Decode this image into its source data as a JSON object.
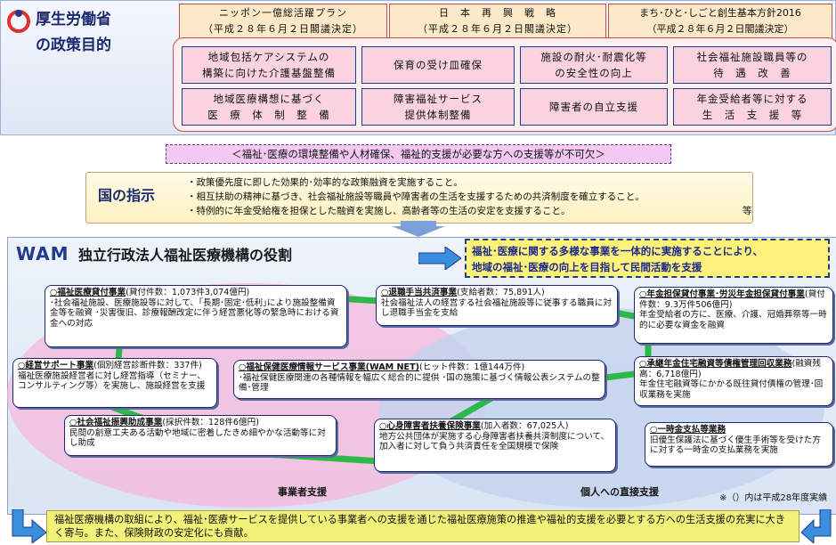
{
  "ministry": {
    "title": "厚生労働省",
    "subtitle": "の政策目的",
    "plans": [
      {
        "line1": "ニッポン一億総活躍プラン",
        "line2": "（平成２８年６月２日閣議決定）"
      },
      {
        "line1": "日　本　再　興　戦　略",
        "line2": "（平成２８年６月２日閣議決定）"
      },
      {
        "line1": "まち･ひと･しごと創生基本方針2016",
        "line2": "（平成２８年６月２日閣議決定）"
      }
    ],
    "purposes": [
      {
        "line1": "地域包括ケアシステムの",
        "line2": "構築に向けた介護基盤整備"
      },
      {
        "line1": "保育の受け皿確保",
        "line2": ""
      },
      {
        "line1": "施設の耐火･耐震化等",
        "line2": "の安全性の向上"
      },
      {
        "line1": "社会福祉施設職員等の",
        "line2": "待　遇　改　善"
      },
      {
        "line1": "地域医療構想に基づく",
        "line2": "医　療　体　制　整　備"
      },
      {
        "line1": "障害福祉サービス",
        "line2": "提供体制整備"
      },
      {
        "line1": "障害者の自立支援",
        "line2": ""
      },
      {
        "line1": "年金受給者等に対する",
        "line2": "生　活　支　援　等"
      }
    ]
  },
  "necessity": "＜福祉･医療の環境整備や人材確保、福祉的支援が必要な方への支援等が不可欠＞",
  "directive": {
    "label": "国の指示",
    "items": [
      "・政策優先度に即した効果的･効率的な政策融資を実施すること。",
      "・相互扶助の精神に基づき、社会福祉施設等職員や障害者の生活を支援するための共済制度を確立すること。",
      "・特例的に年金受給権を担保とした融資を実施し、高齢者等の生活の安定を支援すること。"
    ],
    "etc": "等"
  },
  "wam": {
    "logo": "WAM",
    "title": "独立行政法人福祉医療機構の役割",
    "role_line1": "福祉･医療に関する多様な事業を一体的に実施することにより、",
    "role_line2": "地域の福祉･医療の向上を目指して民間活動を支援"
  },
  "items": [
    {
      "title": "○福祉医療貸付事業",
      "sub": "(貸付件数：1,073件3,074億円)",
      "desc": "･社会福祉施設、医療施設等に対して、｢長期･固定･低利｣により施設整備資金等を融資 ･災害復旧、診療報酬改定に伴う経営悪化等の緊急時における資金への対応"
    },
    {
      "title": "○退職手当共済事業",
      "sub": "(支給者数：75,891人)",
      "desc": "社会福祉法人の経営する社会福祉施設等に従事する職員に対し退職手当金を支給"
    },
    {
      "title": "○年金担保貸付事業･労災年金担保貸付事業",
      "sub": "(貸付件数：9.3万件506億円)",
      "desc": "年金受給者の方に、医療、介護、冠婚葬祭等一時的に必要な資金を融資"
    },
    {
      "title": "○経営サポート事業",
      "sub": "(個別経営診断件数：337件)",
      "desc": "福祉医療施設経営者に対し経営指導（セミナー、コンサルティング等）を実施し、施設経営を支援"
    },
    {
      "title": "○福祉保健医療情報サービス事業(WAM NET)",
      "sub": "(ヒット件数：1億144万件)",
      "desc": "･福祉保健医療関連の各種情報を幅広く総合的に提供 ･国の施策に基づく情報公表システムの整備･管理"
    },
    {
      "title": "○承継年金住宅融資等債権管理回収業務",
      "sub": "(融資残高：6,718億円)",
      "desc": "年金住宅融資等にかかる既往貸付債権の管理･回収業務を実施"
    },
    {
      "title": "○社会福祉振興助成事業",
      "sub": "(採択件数：128件6億円)",
      "desc": "民間の創意工夫ある活動や地域に密着したきめ細やかな活動等に対し助成"
    },
    {
      "title": "○心身障害者扶養保険事業",
      "sub": "(加入者数：67,025人)",
      "desc": "地方公共団体が実施する心身障害者扶養共済制度について、加入者に対して負う共済責任を全国規模で保険"
    },
    {
      "title": "○一時金支払等業務",
      "sub": "",
      "desc": "旧優生保護法に基づく優生手術等を受けた方に対する一時金の支払業務を実施"
    }
  ],
  "labels": {
    "business_support": "事業者支援",
    "individual_support": "個人への直接支援",
    "note": "※（）内は平成28年度実績"
  },
  "conclusion": "福祉医療機構の取組により、福祉･医療サービスを提供している事業者への支援を通じた福祉医療施策の推進や福祉的支援を必要とする方への生活支援の充実に大きく寄与。また、保険財政の安定化にも貢献。"
}
